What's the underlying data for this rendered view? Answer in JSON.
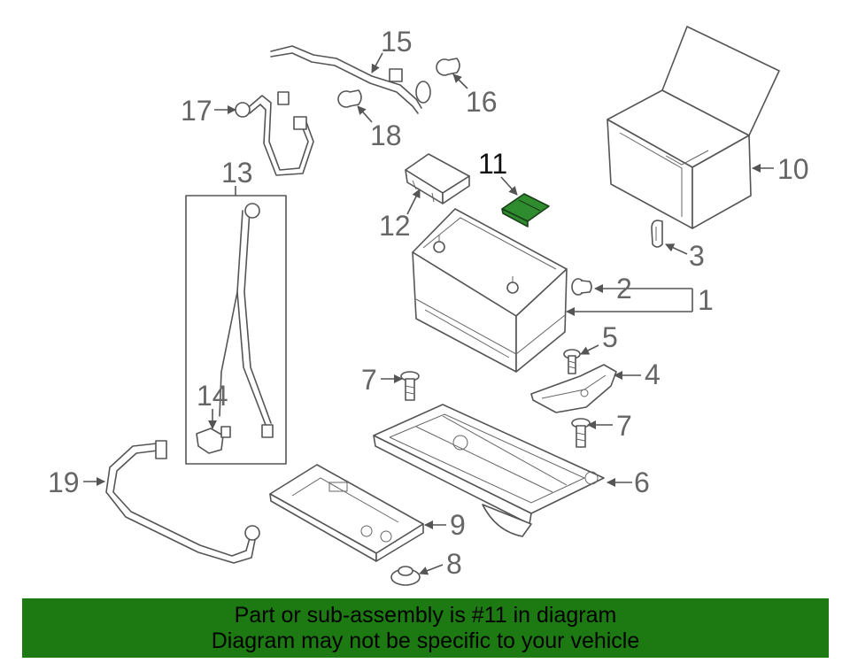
{
  "diagram": {
    "highlight_color": "#2e8b2e",
    "callouts": {
      "c1": "1",
      "c2": "2",
      "c3": "3",
      "c4": "4",
      "c5": "5",
      "c6": "6",
      "c7a": "7",
      "c7b": "7",
      "c8": "8",
      "c9": "9",
      "c10": "10",
      "c11": "11",
      "c12": "12",
      "c13": "13",
      "c14": "14",
      "c15": "15",
      "c16": "16",
      "c17": "17",
      "c18": "18",
      "c19": "19"
    }
  },
  "banner": {
    "background": "#1d7a12",
    "line1": "Part or sub-assembly is #11 in diagram",
    "line2": "Diagram may not be specific to your vehicle"
  }
}
